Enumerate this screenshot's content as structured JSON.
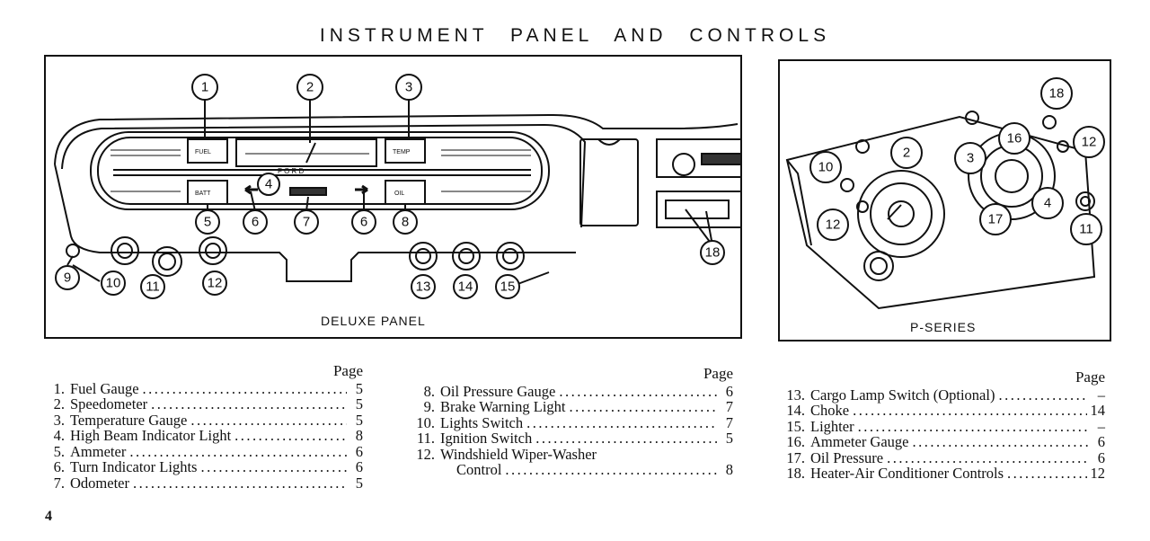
{
  "title": "INSTRUMENT PANEL AND CONTROLS",
  "deluxe_caption": "DELUXE PANEL",
  "pseries_caption": "P-SERIES",
  "page_header": "Page",
  "page_number": "4",
  "dots": "........................................................................",
  "callout_labels": [
    "1",
    "2",
    "3",
    "4",
    "5",
    "6",
    "7",
    "8",
    "9",
    "10",
    "11",
    "12",
    "13",
    "14",
    "15",
    "16",
    "17",
    "18"
  ],
  "gauge_labels": {
    "fuel": "FUEL",
    "temp": "TEMP",
    "batt": "BATT",
    "oil": "OIL",
    "ford": "F O R D"
  },
  "columns": [
    [
      {
        "num": "1.",
        "label": "Fuel Gauge",
        "page": "5"
      },
      {
        "num": "2.",
        "label": "Speedometer",
        "page": "5"
      },
      {
        "num": "3.",
        "label": "Temperature Gauge",
        "page": "5"
      },
      {
        "num": "4.",
        "label": "High Beam Indicator Light",
        "page": "8"
      },
      {
        "num": "5.",
        "label": "Ammeter",
        "page": "6"
      },
      {
        "num": "6.",
        "label": "Turn Indicator Lights",
        "page": "6"
      },
      {
        "num": "7.",
        "label": "Odometer",
        "page": "5"
      }
    ],
    [
      {
        "num": "8.",
        "label": "Oil Pressure Gauge",
        "page": "6"
      },
      {
        "num": "9.",
        "label": "Brake Warning Light",
        "page": "7"
      },
      {
        "num": "10.",
        "label": "Lights Switch",
        "page": "7"
      },
      {
        "num": "11.",
        "label": "Ignition Switch",
        "page": "5"
      },
      {
        "num": "12.",
        "label": "Windshield Wiper-Washer",
        "page": ""
      },
      {
        "num": "",
        "label": "Control",
        "page": "8",
        "cont": true
      }
    ],
    [
      {
        "num": "13.",
        "label": "Cargo Lamp Switch (Optional)",
        "page": "–"
      },
      {
        "num": "14.",
        "label": "Choke",
        "page": "14"
      },
      {
        "num": "15.",
        "label": "Lighter",
        "page": "–"
      },
      {
        "num": "16.",
        "label": "Ammeter Gauge",
        "page": "6"
      },
      {
        "num": "17.",
        "label": "Oil Pressure",
        "page": "6"
      },
      {
        "num": "18.",
        "label": "Heater-Air Conditioner Controls",
        "page": "12"
      }
    ]
  ]
}
